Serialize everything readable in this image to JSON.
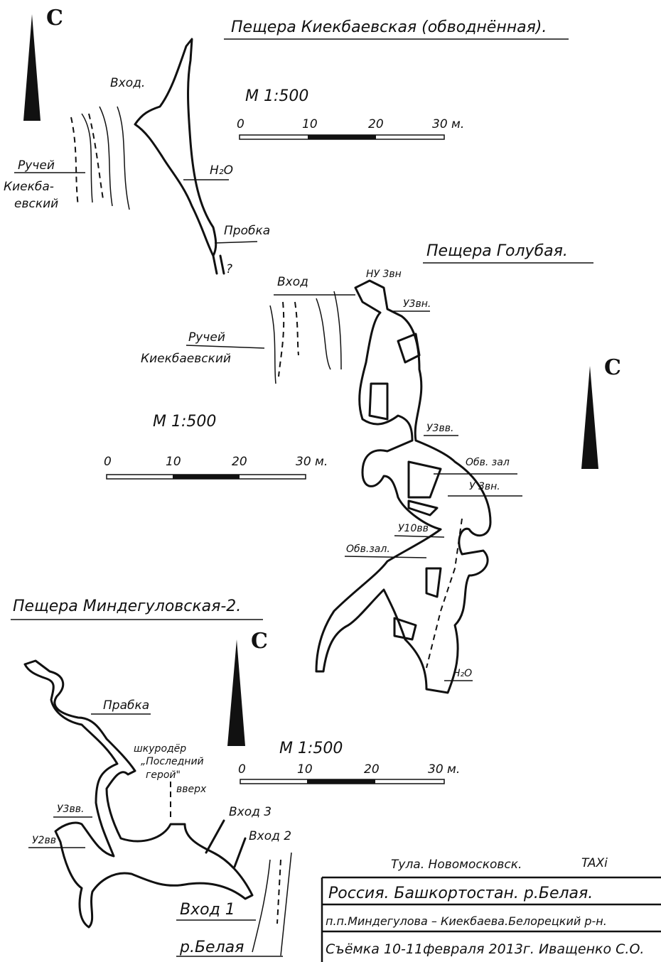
{
  "north_label": "С",
  "cave1": {
    "title": "Пещера Киекбаевская (обводнённая).",
    "entrance": "Вход.",
    "stream": [
      "Ручей",
      "Киекба-",
      "евский"
    ],
    "water": "H₂O",
    "plug": "Пробка",
    "unknown": "?",
    "scale": {
      "label": "М 1:500",
      "ticks": [
        "0",
        "10",
        "20",
        "30 м."
      ]
    }
  },
  "cave2": {
    "title": "Пещера Голубая.",
    "entrance": "Вход",
    "stream": [
      "Ручей",
      "Киекбаевский"
    ],
    "scale": {
      "label": "М 1:500",
      "ticks": [
        "0",
        "10",
        "20",
        "30 м."
      ]
    },
    "marks": [
      "НУ 3вн",
      "У3вн.",
      "У3вв.",
      "Обв. зал",
      "У 3вн.",
      "У10вв",
      "Обв.зал.",
      "H₂O"
    ]
  },
  "cave3": {
    "title": "Пещера Миндегуловская-2.",
    "plug": "Прабка",
    "squeeze": [
      "шкуродёр",
      "„Последний",
      "герой\"",
      "вверх"
    ],
    "entrances": [
      "Вход 3",
      "Вход 2",
      "Вход 1"
    ],
    "marks": [
      "У3вв.",
      "У2вв"
    ],
    "river": "р.Белая",
    "scale": {
      "label": "М 1:500",
      "ticks": [
        "0",
        "10",
        "20",
        "30 м."
      ]
    }
  },
  "info": {
    "authors_city": "Тула. Новомосковск.",
    "team": "TAXi",
    "rows": [
      "Россия. Башкортостан. р.Белая.",
      "п.п.Миндегулова – Киекбаева.Белорецкий р-н.",
      "Съёмка 10-11февраля 2013г. Иващенко С.О."
    ]
  }
}
